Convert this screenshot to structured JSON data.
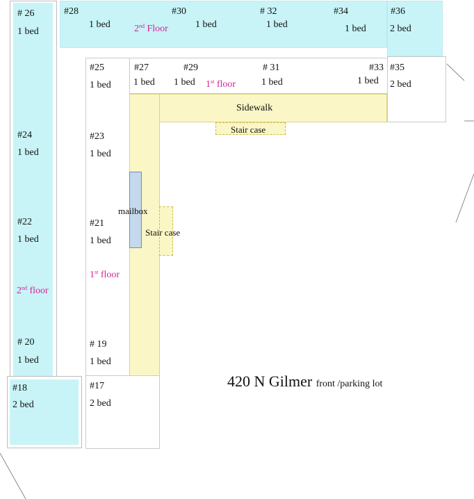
{
  "units": {
    "u26": {
      "num": "# 26",
      "beds": "1 bed"
    },
    "u24": {
      "num": "#24",
      "beds": "1 bed"
    },
    "u22": {
      "num": "#22",
      "beds": "1 bed"
    },
    "u20": {
      "num": "# 20",
      "beds": "1 bed"
    },
    "u18": {
      "num": "#18",
      "beds": "2 bed"
    },
    "u28": {
      "num": "#28",
      "beds": "1 bed"
    },
    "u30": {
      "num": "#30",
      "beds": "1 bed"
    },
    "u32": {
      "num": "# 32",
      "beds": "1 bed"
    },
    "u34": {
      "num": "#34",
      "beds": "1 bed"
    },
    "u36": {
      "num": "#36",
      "beds": "2 bed"
    },
    "u25": {
      "num": "#25",
      "beds": "1 bed"
    },
    "u23": {
      "num": "#23",
      "beds": "1 bed"
    },
    "u21": {
      "num": "#21",
      "beds": "1 bed"
    },
    "u19": {
      "num": "# 19",
      "beds": "1 bed"
    },
    "u17": {
      "num": "#17",
      "beds": "2 bed"
    },
    "u27": {
      "num": "#27",
      "beds": "1 bed"
    },
    "u29": {
      "num": "#29",
      "beds": "1 bed"
    },
    "u31": {
      "num": "# 31",
      "beds": "1 bed"
    },
    "u33": {
      "num": "#33",
      "beds": "1 bed"
    },
    "u35": {
      "num": "#35",
      "beds": "2 bed"
    }
  },
  "floors": {
    "second_left": {
      "prefix": "2",
      "sup": "nd",
      "word": "floor"
    },
    "second_top": {
      "prefix": "2",
      "sup": "nd",
      "word": "Floor"
    },
    "first_top": {
      "prefix": "1",
      "sup": "st",
      "word": "floor"
    },
    "first_left": {
      "prefix": "1",
      "sup": "st",
      "word": "floor"
    }
  },
  "labels": {
    "sidewalk": "Sidewalk",
    "staircase_top": "Stair case",
    "staircase_left": "Stair case",
    "mailbox": "mailbox"
  },
  "title": {
    "main": "420 N Gilmer",
    "sub": "front /parking lot"
  },
  "colors": {
    "second_floor": "#c8f4f7",
    "walkway": "#fbf6c5",
    "mailbox": "#c4d9ec",
    "floor_label": "#d1239a"
  }
}
